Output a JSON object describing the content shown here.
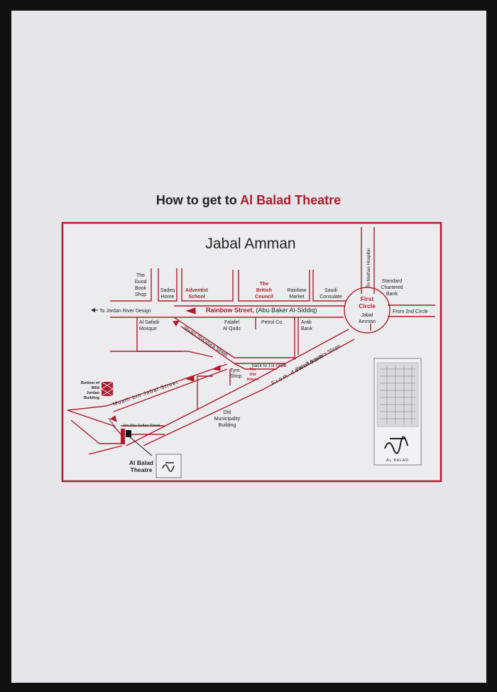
{
  "title": {
    "prefix": "How to get to ",
    "accent": "Al Balad Theatre"
  },
  "colors": {
    "accent": "#b01a2b",
    "ink": "#222222",
    "paper": "#e6e6ea"
  },
  "map": {
    "area": "Jabal Amman",
    "streets": {
      "rainbow_street": "Rainbow Street,",
      "rainbow_alt": " (Abu Baker Al-Siddiq)",
      "shukri": "Shukri Sha'sha'a Street",
      "muath": "Muath bin Jabal Street",
      "from_downtown": "From downtown",
      "abu_sufian": "bin Abu Sufian Street",
      "mus": "Mussab"
    },
    "directions": {
      "to_jordan_river": "To Jordan River Design",
      "to_malhas": "To Malhas Hospital",
      "from_2nd_circle": "From 2nd Circle",
      "back_to_1st_circle": "back to 1st circle"
    },
    "first_circle": {
      "line1": "First",
      "line2": "Circle",
      "line3": "Jabal",
      "line4": "Amman"
    },
    "landmarks": {
      "good_book": [
        "The",
        "Good",
        "Book",
        "Shop"
      ],
      "sadeq": [
        "Sadeq",
        "Home"
      ],
      "adventist": [
        "Adventist",
        "School"
      ],
      "british": [
        "The",
        "British",
        "Council"
      ],
      "rainbow_market": [
        "Rainbow",
        "Market"
      ],
      "saudi": [
        "Saudi",
        "Consulate"
      ],
      "standard": [
        "Standard",
        "Chartered",
        "Bank"
      ],
      "safadi": [
        "Al Safadi",
        "Mosque"
      ],
      "falafel": [
        "Falafel",
        "Al Quds"
      ],
      "petrol": "Petrol Co.",
      "arab_bank": [
        "Arab",
        "Bank"
      ],
      "tyre": [
        "Tyre",
        "Shop"
      ],
      "old_house": [
        "The",
        "Old",
        "House"
      ],
      "pets": "Pets & Aquatics Shops",
      "old_municipality": [
        "Old",
        "Municipality",
        "Building"
      ],
      "wild_jordan": [
        "Bottom of",
        "Wild",
        "Jordan",
        "Building"
      ],
      "theatre": [
        "Al Balad",
        "Theatre"
      ]
    },
    "logo_caption": "AL BALAD"
  }
}
